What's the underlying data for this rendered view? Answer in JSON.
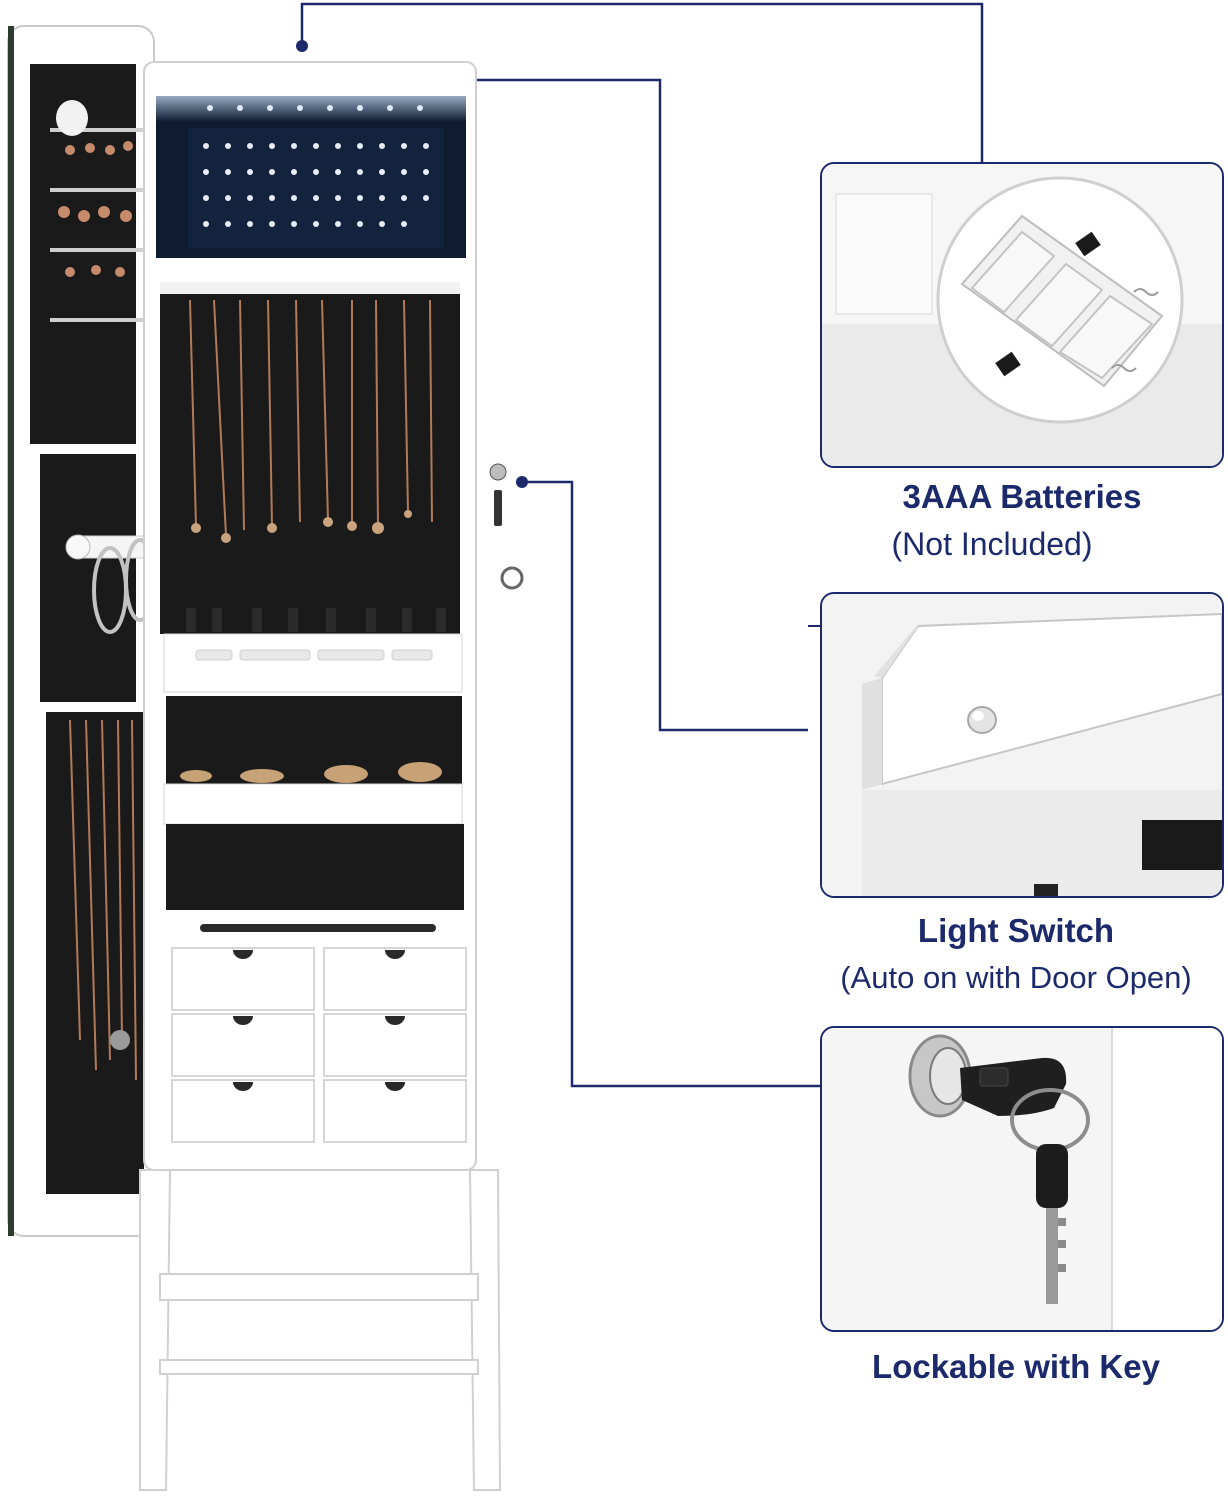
{
  "callouts": {
    "batteries": {
      "title": "3AAA Batteries",
      "subtitle": "(Not Included)"
    },
    "light_switch": {
      "title": "Light Switch",
      "subtitle": "(Auto on with Door Open)"
    },
    "lock": {
      "title": "Lockable with Key"
    }
  },
  "colors": {
    "accent": "#1c2a6b",
    "cabinet": "#ffffff",
    "felt": "#1a1a1a"
  }
}
